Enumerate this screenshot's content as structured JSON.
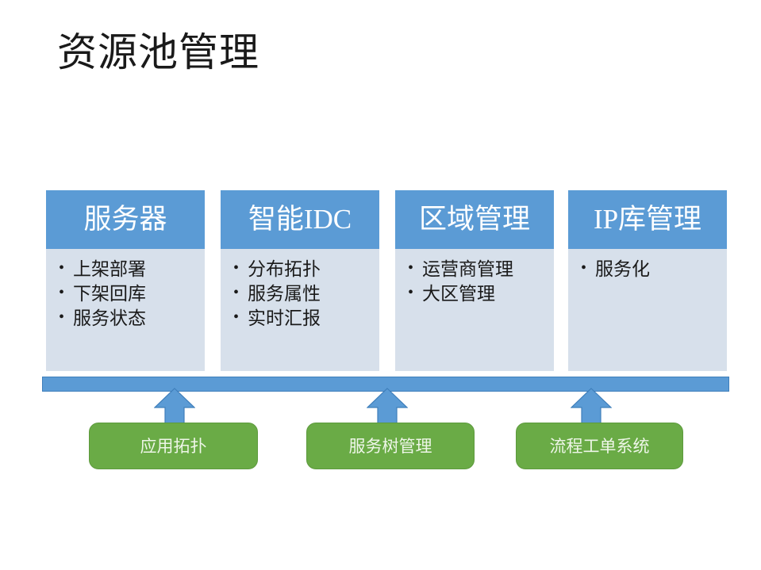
{
  "slide": {
    "title": "资源池管理",
    "colors": {
      "header_blue": "#5b9bd5",
      "card_body_blue": "#d7e0eb",
      "bar_blue": "#5b9bd5",
      "arrow_blue": "#5b9bd5",
      "green_box": "#6aab46",
      "background": "#ffffff"
    }
  },
  "cards": [
    {
      "title": "服务器",
      "items": [
        "上架部署",
        "下架回库",
        "服务状态"
      ]
    },
    {
      "title": "智能IDC",
      "items": [
        "分布拓扑",
        "服务属性",
        "实时汇报"
      ]
    },
    {
      "title": "区域管理",
      "items": [
        "运营商管理",
        "大区管理"
      ]
    },
    {
      "title": "IP库管理",
      "items": [
        "服务化"
      ]
    }
  ],
  "connectors": [
    {
      "icon": "up-arrow-icon"
    },
    {
      "icon": "up-arrow-icon"
    },
    {
      "icon": "up-arrow-icon"
    }
  ],
  "sources": [
    {
      "label": "应用拓扑"
    },
    {
      "label": "服务树管理"
    },
    {
      "label": "流程工单系统"
    }
  ]
}
